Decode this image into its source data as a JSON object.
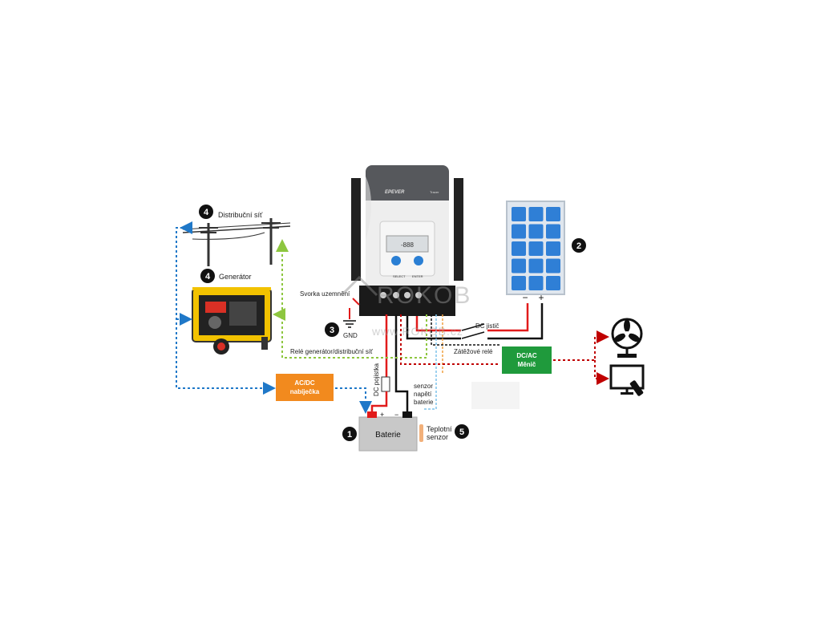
{
  "controller": {
    "brand": "EPEVER",
    "model": "Tracer",
    "select_label": "SELECT",
    "enter_label": "ENTER",
    "lcd_text": "-888"
  },
  "labels": {
    "grid": "Distribuční síť",
    "generator": "Generátor",
    "grounding_terminal": "Svorka uzemnění",
    "gnd": "GND",
    "dc_breaker": "DC jistič",
    "load_relay": "Zátěžové relé",
    "relay_generator_grid": "Relé generátor/distribuční síť",
    "dc_fuse": "DC pojistka",
    "voltage_sensor": [
      "senzor",
      "napětí",
      "baterie"
    ],
    "temp_sensor": [
      "Teplotní",
      "senzor"
    ],
    "pv_minus": "−",
    "pv_plus": "+",
    "bat_plus": "+",
    "bat_minus": "−"
  },
  "boxes": {
    "charger": [
      "AC/DC",
      "nabíječka"
    ],
    "inverter": [
      "DC/AC",
      "Měnič"
    ],
    "battery": "Baterie"
  },
  "markers": {
    "battery": "1",
    "solar_panel": "2",
    "ground": "3",
    "grid": "4",
    "generator": "4",
    "temp_sensor": "5"
  },
  "watermark": {
    "logo": "ROKOB",
    "url": "www.ROKOB.cz"
  },
  "colors": {
    "positive_wire": "#e11b1b",
    "negative_wire": "#111111",
    "relay_dotted": "#8dc63f",
    "ac_dotted": "#1f78c8",
    "load_dotted": "#c00000",
    "sensor_dotted": "#7fc4ec",
    "charger_box": "#f28a1e",
    "inverter_box": "#1f9a3c",
    "battery_box": "#c8c8c8",
    "solar_cell": "#2f7fd6",
    "controller_body": "#56585c"
  }
}
